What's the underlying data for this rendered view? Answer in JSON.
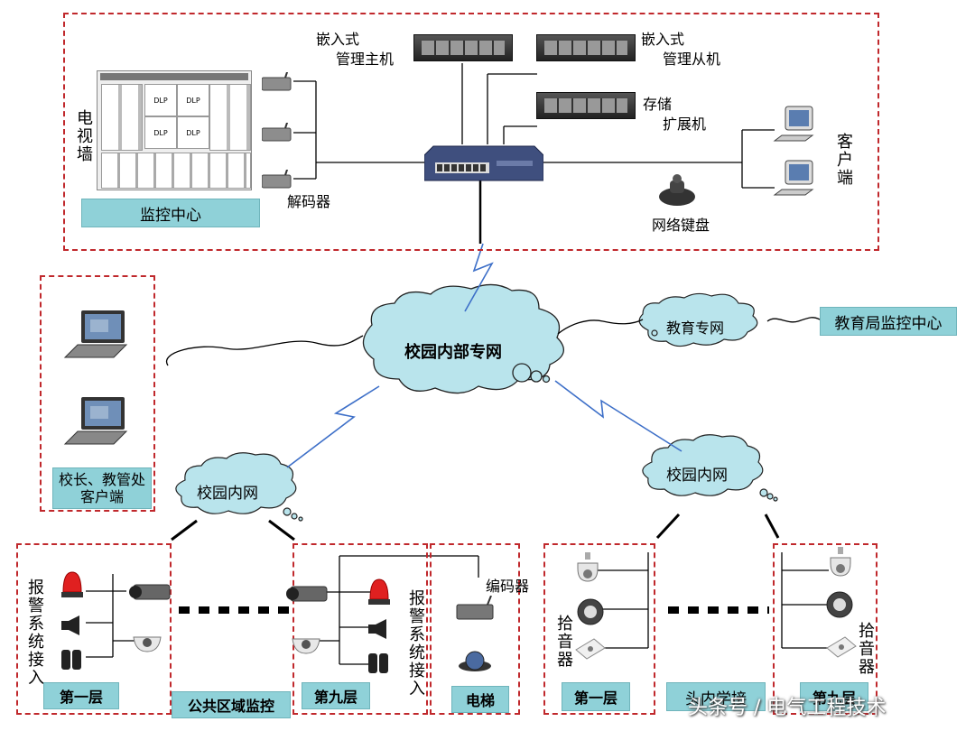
{
  "monitor_center": {
    "tv_wall_label": "电视墙",
    "dlp_cells": [
      "DLP",
      "DLP",
      "DLP",
      "DLP"
    ],
    "center_label": "监控中心",
    "decoder_label": "解码器",
    "embedded_master_line1": "嵌入式",
    "embedded_master_line2": "管理主机",
    "embedded_slave_line1": "嵌入式",
    "embedded_slave_line2": "管理从机",
    "storage_line1": "存储",
    "storage_line2": "扩展机",
    "client_label": "客户端",
    "keyboard_label": "网络键盘"
  },
  "network": {
    "campus_private": "校园内部专网",
    "education_private": "教育专网",
    "education_center": "教育局监控中心",
    "campus_intranet_left": "校园内网",
    "campus_intranet_right": "校园内网"
  },
  "principal_clients": "校长、教管处客户端",
  "left_building": {
    "alarm_left": "报警系统接入",
    "floor1": "第一层",
    "public_area": "公共区域监控",
    "floor9": "第九层",
    "alarm_right": "报警系统接入",
    "encoder": "编码器",
    "elevator": "电梯"
  },
  "right_building": {
    "pickup_left": "拾音器",
    "floor1": "第一层",
    "middle_label": "头内学接",
    "floor9": "第九层",
    "pickup_right": "拾音器"
  },
  "watermark": "头条号 / 电气工程技术"
}
